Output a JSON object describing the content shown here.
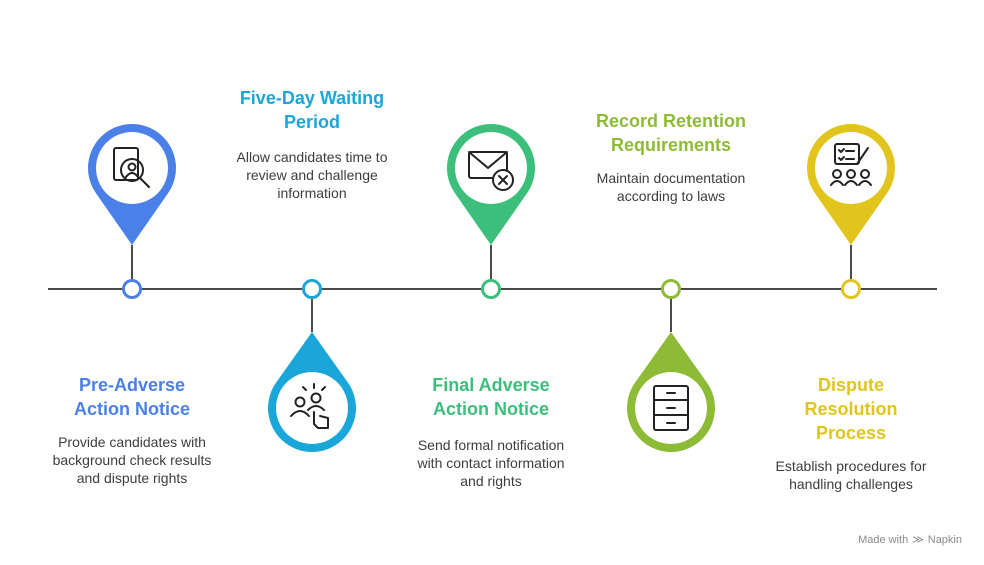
{
  "steps": [
    {
      "title": "Pre-Adverse Action Notice",
      "description": "Provide candidates with background check results and dispute rights",
      "color": "#4a80e8",
      "icon": "document-search-icon"
    },
    {
      "title": "Five-Day Waiting Period",
      "description": "Allow candidates time to review and challenge information",
      "color": "#1aa6d9",
      "icon": "people-touch-icon"
    },
    {
      "title": "Final Adverse Action Notice",
      "description": "Send formal notification with contact information and rights",
      "color": "#3bbf7a",
      "icon": "mail-cancel-icon"
    },
    {
      "title": "Record Retention Requirements",
      "description": "Maintain documentation according to laws",
      "color": "#8dbb35",
      "icon": "filing-cabinet-icon"
    },
    {
      "title": "Dispute Resolution Process",
      "description": "Establish procedures for handling challenges",
      "color": "#e2c51c",
      "icon": "checklist-group-icon"
    }
  ],
  "footer": {
    "made_with": "Made with",
    "brand": "Napkin"
  }
}
